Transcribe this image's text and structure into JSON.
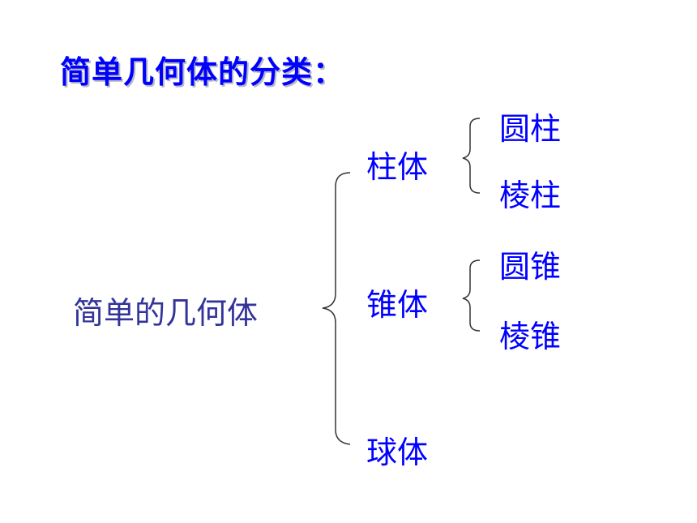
{
  "slide": {
    "title": "简单几何体的分类：",
    "root_label": "简单的几何体",
    "categories": [
      {
        "label": "柱体",
        "children": [
          "圆柱",
          "棱柱"
        ]
      },
      {
        "label": "锥体",
        "children": [
          "圆锥",
          "棱锥"
        ]
      },
      {
        "label": "球体",
        "children": []
      }
    ]
  },
  "colors": {
    "title": "#0000ff",
    "title_shadow": "#b8b8c8",
    "root": "#333399",
    "nodes": "#0000ff",
    "bracket": "#333333"
  }
}
